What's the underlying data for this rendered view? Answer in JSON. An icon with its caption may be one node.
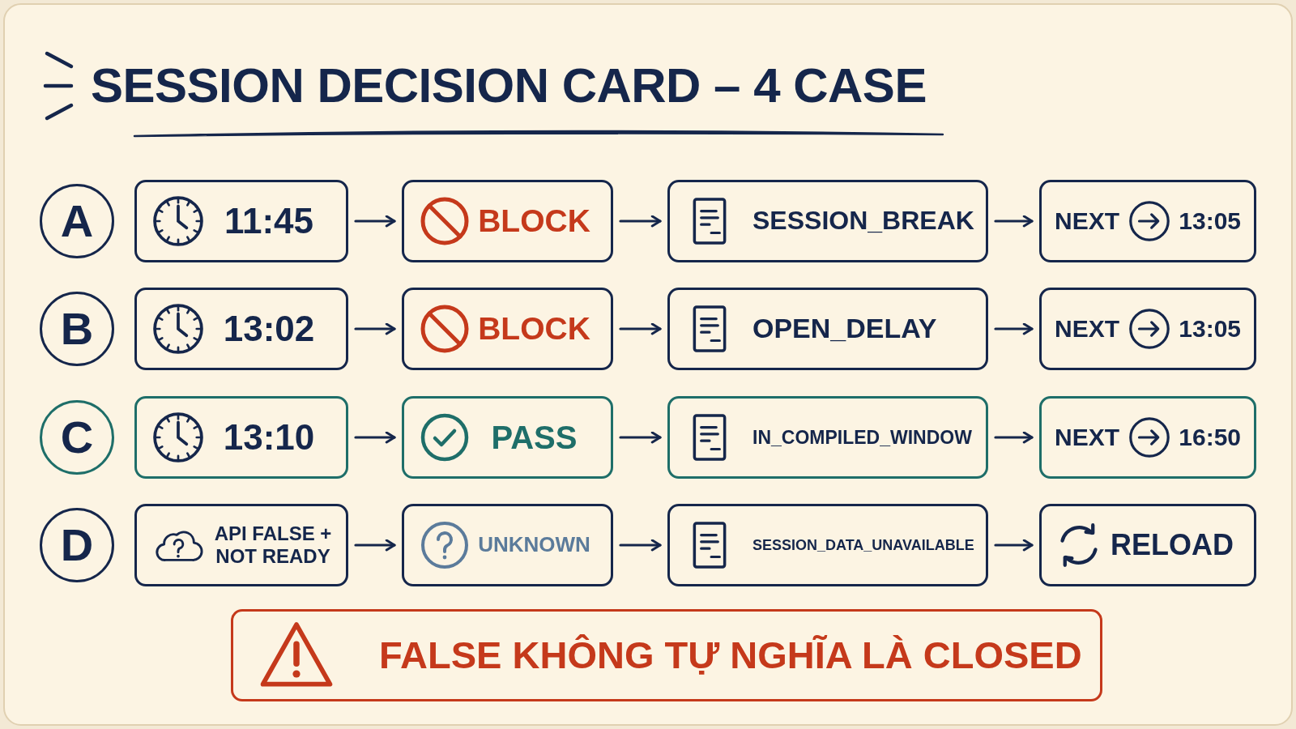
{
  "diagram": {
    "title": "SESSION DECISION CARD – 4 CASE",
    "nodes": [
      {
        "text": [
          "A"
        ]
      },
      {
        "text": [
          "11:45"
        ]
      },
      {
        "text": [
          "BLOCK"
        ]
      },
      {
        "text": [
          "SESSION_BREAK"
        ]
      },
      {
        "text": [
          "NEXT",
          "13:05"
        ]
      },
      {
        "text": [
          "B"
        ]
      },
      {
        "text": [
          "13:02"
        ]
      },
      {
        "text": [
          "BLOCK"
        ]
      },
      {
        "text": [
          "OPEN_DELAY"
        ]
      },
      {
        "text": [
          "NEXT",
          "13:05"
        ]
      },
      {
        "text": [
          "C"
        ]
      },
      {
        "text": [
          "13:10"
        ]
      },
      {
        "text": [
          "PASS"
        ]
      },
      {
        "text": [
          "IN_COMPILED_WINDOW"
        ]
      },
      {
        "text": [
          "NEXT",
          "16:50"
        ]
      },
      {
        "text": [
          "D"
        ]
      },
      {
        "text": [
          "API FALSE + NOT READY"
        ]
      },
      {
        "text": [
          "UNKNOWN"
        ]
      },
      {
        "text": [
          "SESSION_DATA_UNAVAILABLE"
        ]
      },
      {
        "text": [
          "RELOAD"
        ]
      },
      {
        "text": [
          "FALSE KHÔNG TỰ NGHĨA LÀ CLOSED"
        ]
      }
    ],
    "edges": [
      {
        "from": 1,
        "to": 2,
        "arrow": "to"
      },
      {
        "from": 2,
        "to": 3,
        "arrow": "to"
      },
      {
        "from": 3,
        "to": 4,
        "arrow": "to"
      },
      {
        "from": 6,
        "to": 7,
        "arrow": "to"
      },
      {
        "from": 7,
        "to": 8,
        "arrow": "to"
      },
      {
        "from": 8,
        "to": 9,
        "arrow": "to"
      },
      {
        "from": 11,
        "to": 12,
        "arrow": "to"
      },
      {
        "from": 12,
        "to": 13,
        "arrow": "to"
      },
      {
        "from": 13,
        "to": 14,
        "arrow": "to"
      },
      {
        "from": 16,
        "to": 17,
        "arrow": "to"
      },
      {
        "from": 17,
        "to": 18,
        "arrow": "to"
      },
      {
        "from": 18,
        "to": 19,
        "arrow": "to"
      }
    ]
  }
}
